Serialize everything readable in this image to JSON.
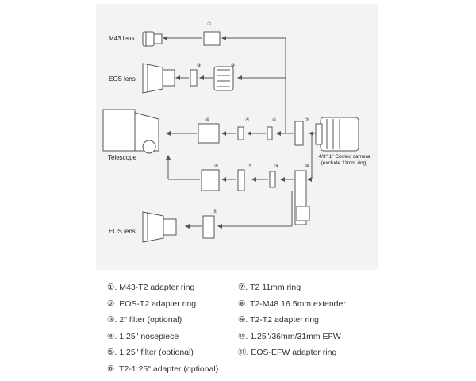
{
  "labels": {
    "m43_lens": "M43 lens",
    "eos_lens_top": "EOS lens",
    "telescope": "Telescope",
    "eos_lens_bottom": "EOS lens",
    "camera_line1": "4/3\" 1\" Cooled camera",
    "camera_line2": "(exclude 11mm ring)"
  },
  "markers": [
    "①",
    "②",
    "③",
    "④",
    "⑤",
    "⑥",
    "⑦",
    "⑧",
    "⑨",
    "⑩",
    "⑪"
  ],
  "legend_left": [
    "①. M43-T2 adapter ring",
    "②. EOS-T2 adapter ring",
    "③. 2\" filter (optional)",
    "④. 1.25\" nosepiece",
    "⑤. 1.25\" filter (optional)",
    "⑥. T2-1.25\" adapter (optional)"
  ],
  "legend_right": [
    "⑦. T2 11mm ring",
    "⑧. T2-M48 16.5mm extender",
    "⑨. T2-T2 adapter ring",
    "⑩. 1.25\"/36mm/31mm EFW",
    "⑪. EOS-EFW adapter ring"
  ],
  "colors": {
    "panel": "#f3f3f3",
    "line": "#555555",
    "text": "#333333"
  }
}
